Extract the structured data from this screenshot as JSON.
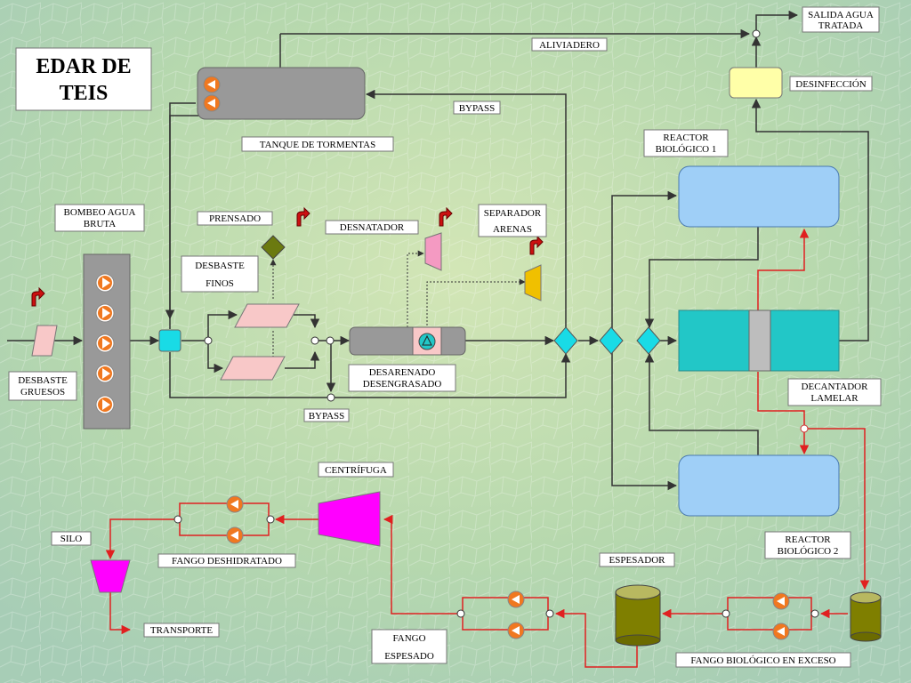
{
  "title": {
    "line1": "EDAR DE",
    "line2": "TEIS"
  },
  "labels": {
    "aliviadero": "ALIVIADERO",
    "salida_1": "SALIDA AGUA",
    "salida_2": "TRATADA",
    "desinfeccion": "DESINFECCIÓN",
    "bypass_top": "BYPASS",
    "tanque": "TANQUE DE TORMENTAS",
    "reactor1_1": "REACTOR",
    "reactor1_2": "BIOLÓGICO 1",
    "bombeo_1": "BOMBEO  AGUA",
    "bombeo_2": "BRUTA",
    "prensado": "PRENSADO",
    "desnatador": "DESNATADOR",
    "separador_1": "SEPARADOR",
    "separador_2": "ARENAS",
    "desbaste_finos_1": "DESBASTE",
    "desbaste_finos_2": "FINOS",
    "desbaste_gruesos_1": "DESBASTE",
    "desbaste_gruesos_2": "GRUESOS",
    "desarenado_1": "DESARENADO",
    "desarenado_2": "DESENGRASADO",
    "bypass_bottom": "BYPASS",
    "decantador_1": "DECANTADOR",
    "decantador_2": "LAMELAR",
    "centrifuga": "CENTRÍFUGA",
    "silo": "SILO",
    "fango_deshidratado": "FANGO DESHIDRATADO",
    "reactor2_1": "REACTOR",
    "reactor2_2": "BIOLÓGICO 2",
    "espesador": "ESPESADOR",
    "fango_espesado_1": "FANGO",
    "fango_espesado_2": "ESPESADO",
    "transporte": "TRANSPORTE",
    "fango_biologico": "FANGO BIOLÓGICO EN EXCESO"
  },
  "colors": {
    "background": "#b9d9ad",
    "pump_orange": "#f07820",
    "bypass_node": "#19dbe6",
    "reactor_blue": "#9fcff7",
    "decantador_teal": "#22c7c7",
    "desinfeccion_yellow": "#ffffa8",
    "centrifuga_magenta": "#ff00ff",
    "espesador_olive": "#7f7f00",
    "sludge_red": "#e02020"
  }
}
